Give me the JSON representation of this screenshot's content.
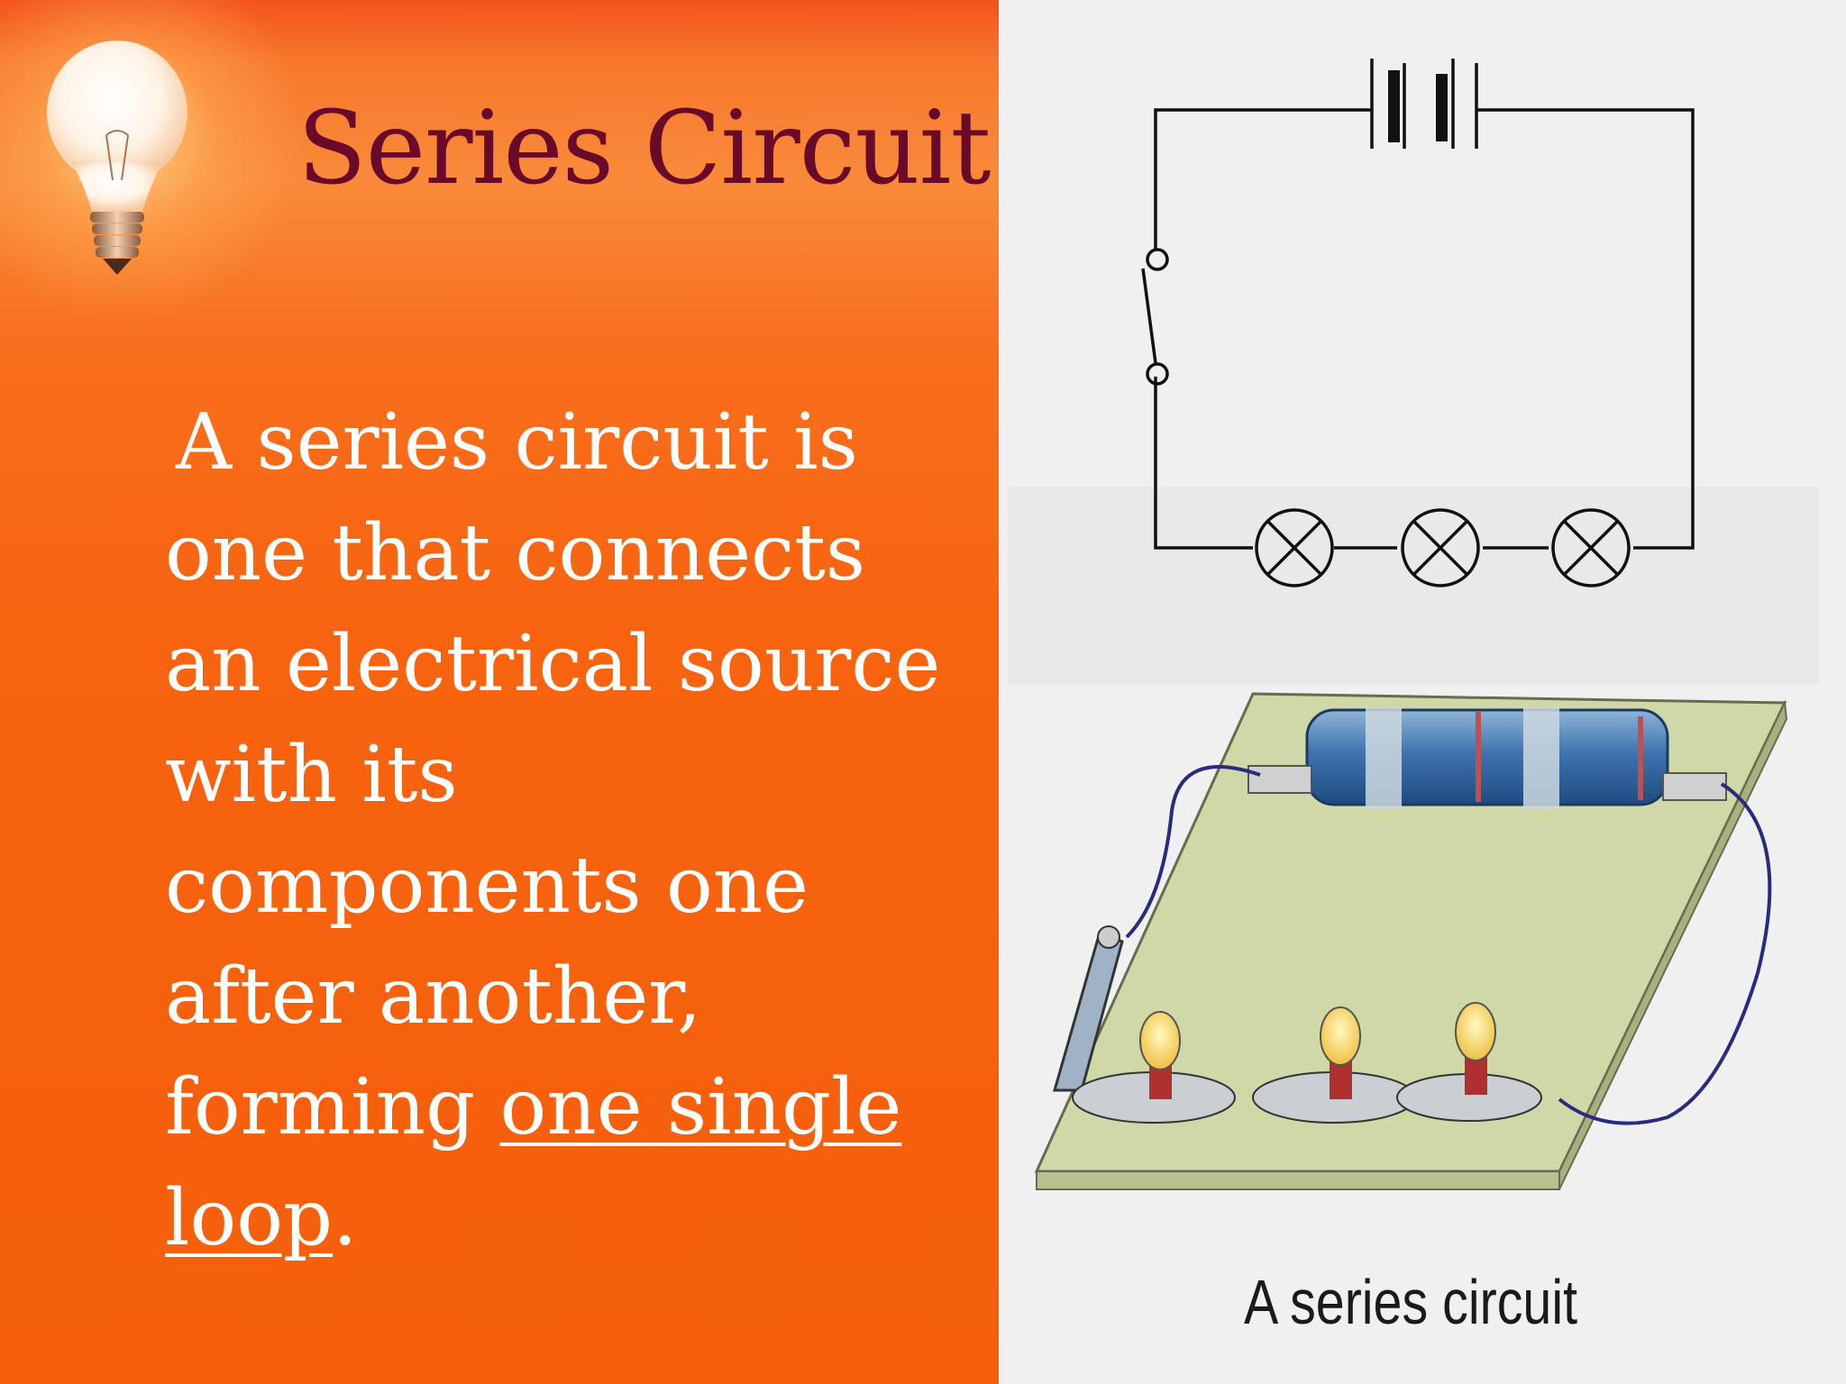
{
  "slide": {
    "title": "Series Circuit",
    "body": {
      "line1": "A series circuit is",
      "line2": "one that connects",
      "line3": "an electrical source",
      "line4": "with its",
      "line5": "components one",
      "line6": "after another,",
      "line7_prefix": "forming ",
      "line7_underlined": "one single",
      "line8_underlined": "loop",
      "line8_suffix": "."
    },
    "figure_caption": "A series circuit"
  },
  "colors": {
    "background_left": "#f7630f",
    "title_color": "#6a0a2a",
    "body_text_color": "#ffffff",
    "background_right": "#f0f0f0"
  },
  "icons": [
    "light-bulb-icon",
    "battery-symbol",
    "switch-symbol",
    "lamp-symbol"
  ]
}
